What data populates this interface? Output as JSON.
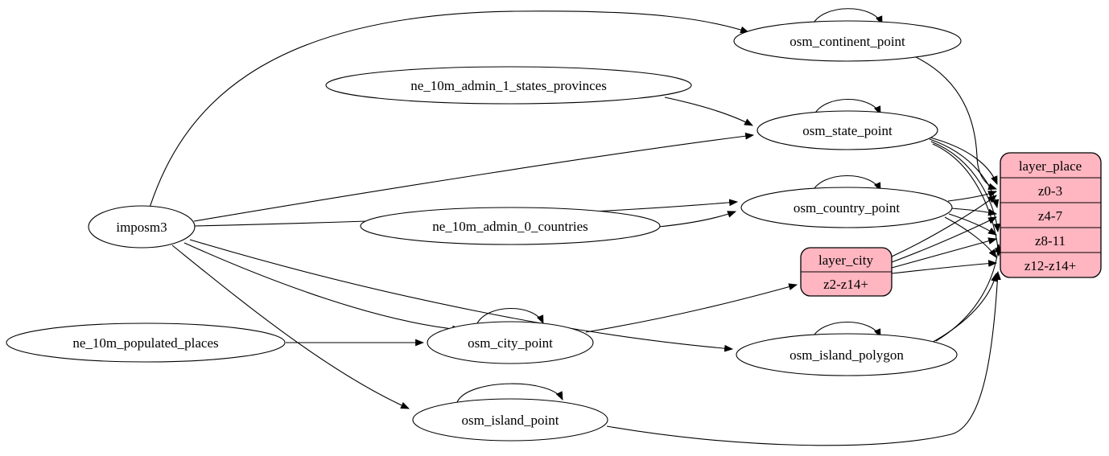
{
  "diagram": {
    "kind": "etl-graph",
    "colors": {
      "record_fill": "#ffb6c1",
      "ellipse_fill": "#ffffff",
      "stroke": "#000000",
      "background": "#ffffff"
    },
    "nodes": {
      "imposm3": {
        "label": "imposm3"
      },
      "ne_10m_admin_1_states_provinces": {
        "label": "ne_10m_admin_1_states_provinces"
      },
      "ne_10m_admin_0_countries": {
        "label": "ne_10m_admin_0_countries"
      },
      "ne_10m_populated_places": {
        "label": "ne_10m_populated_places"
      },
      "osm_continent_point": {
        "label": "osm_continent_point"
      },
      "osm_state_point": {
        "label": "osm_state_point"
      },
      "osm_country_point": {
        "label": "osm_country_point"
      },
      "osm_city_point": {
        "label": "osm_city_point"
      },
      "osm_island_polygon": {
        "label": "osm_island_polygon"
      },
      "osm_island_point": {
        "label": "osm_island_point"
      }
    },
    "records": {
      "layer_city": {
        "title": "layer_city",
        "rows": [
          "z2-z14+"
        ]
      },
      "layer_place": {
        "title": "layer_place",
        "rows": [
          "z0-3",
          "z4-7",
          "z8-11",
          "z12-z14+"
        ]
      }
    },
    "edges": [
      {
        "from": "imposm3",
        "to": "osm_continent_point"
      },
      {
        "from": "imposm3",
        "to": "osm_state_point"
      },
      {
        "from": "imposm3",
        "to": "osm_country_point"
      },
      {
        "from": "imposm3",
        "to": "osm_city_point"
      },
      {
        "from": "imposm3",
        "to": "osm_island_polygon"
      },
      {
        "from": "imposm3",
        "to": "osm_island_point"
      },
      {
        "from": "ne_10m_admin_1_states_provinces",
        "to": "osm_state_point"
      },
      {
        "from": "ne_10m_admin_0_countries",
        "to": "osm_country_point"
      },
      {
        "from": "ne_10m_populated_places",
        "to": "osm_city_point"
      },
      {
        "from": "osm_continent_point",
        "to": "osm_continent_point"
      },
      {
        "from": "osm_state_point",
        "to": "osm_state_point"
      },
      {
        "from": "osm_country_point",
        "to": "osm_country_point"
      },
      {
        "from": "osm_city_point",
        "to": "osm_city_point"
      },
      {
        "from": "osm_island_polygon",
        "to": "osm_island_polygon"
      },
      {
        "from": "osm_island_point",
        "to": "osm_island_point"
      },
      {
        "from": "osm_continent_point",
        "to": "layer_place:z0-3"
      },
      {
        "from": "osm_state_point",
        "to": "layer_place:z0-3"
      },
      {
        "from": "osm_state_point",
        "to": "layer_place:z4-7"
      },
      {
        "from": "osm_state_point",
        "to": "layer_place:z8-11"
      },
      {
        "from": "osm_state_point",
        "to": "layer_place:z12-z14+"
      },
      {
        "from": "osm_country_point",
        "to": "layer_place:z0-3"
      },
      {
        "from": "osm_country_point",
        "to": "layer_place:z4-7"
      },
      {
        "from": "osm_country_point",
        "to": "layer_place:z8-11"
      },
      {
        "from": "osm_country_point",
        "to": "layer_place:z12-z14+"
      },
      {
        "from": "osm_city_point",
        "to": "layer_city:z2-z14+"
      },
      {
        "from": "layer_city",
        "to": "layer_place:z0-3"
      },
      {
        "from": "layer_city",
        "to": "layer_place:z4-7"
      },
      {
        "from": "layer_city",
        "to": "layer_place:z8-11"
      },
      {
        "from": "layer_city",
        "to": "layer_place:z12-z14+"
      },
      {
        "from": "osm_island_polygon",
        "to": "layer_place:z8-11"
      },
      {
        "from": "osm_island_polygon",
        "to": "layer_place:z12-z14+"
      },
      {
        "from": "osm_island_point",
        "to": "layer_place:z12-z14+"
      }
    ]
  }
}
